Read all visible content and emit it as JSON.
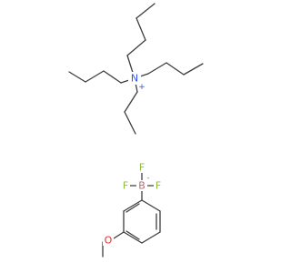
{
  "atoms": {
    "N": {
      "symbol": "N",
      "charge": "+",
      "color": "#3050F8"
    },
    "B": {
      "symbol": "B",
      "charge": "-",
      "color": "#B56F6F"
    },
    "F1": {
      "symbol": "F",
      "color": "#8FBC3A"
    },
    "F2": {
      "symbol": "F",
      "color": "#8FBC3A"
    },
    "F3": {
      "symbol": "F",
      "color": "#8FBC3A"
    },
    "O": {
      "symbol": "O",
      "color": "#E53030"
    }
  },
  "colors": {
    "bond": "#3d3d3d",
    "background": "#ffffff"
  }
}
